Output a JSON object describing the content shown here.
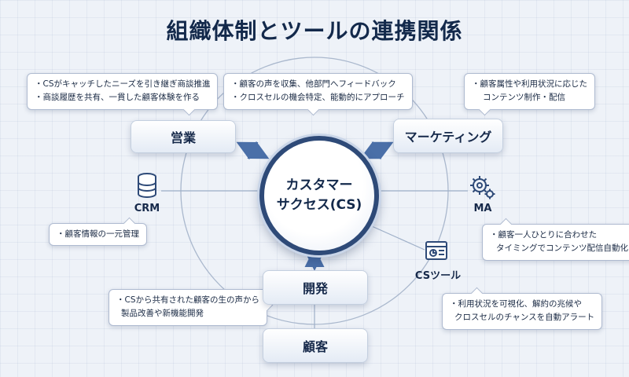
{
  "title": "組織体制とツールの連携関係",
  "hub": {
    "line1": "カスタマー",
    "line2": "サクセス(CS)"
  },
  "nodes": {
    "sales": "営業",
    "marketing": "マーケティング",
    "dev": "開発",
    "customer": "顧客"
  },
  "tools": {
    "crm": {
      "label": "CRM",
      "icon": "database-icon"
    },
    "ma": {
      "label": "MA",
      "icon": "gears-icon"
    },
    "cs_tool": {
      "label": "CSツール",
      "icon": "dashboard-icon"
    }
  },
  "callouts": {
    "sales": [
      "・CSがキャッチしたニーズを引き継ぎ商談推進",
      "・商談履歴を共有、一貫した顧客体験を作る"
    ],
    "center": [
      "・顧客の声を収集、他部門へフィードバック",
      "・クロスセルの機会特定、能動的にアプローチ"
    ],
    "marketing": [
      "・顧客属性や利用状況に応じた",
      "コンテンツ制作・配信"
    ],
    "crm": [
      "・顧客情報の一元管理"
    ],
    "ma": [
      "・顧客一人ひとりに合わせた",
      "タイミングでコンテンツ配信自動化"
    ],
    "dev": [
      "・CSから共有された顧客の生の声から",
      "製品改善や新機能開発"
    ],
    "cs_tool": [
      "・利用状況を可視化、解約の兆候や",
      "クロスセルのチャンスを自動アラート"
    ]
  },
  "colors": {
    "navy": "#2e4a78",
    "arrow": "#4a6fa8",
    "line": "#9fb0c8"
  }
}
